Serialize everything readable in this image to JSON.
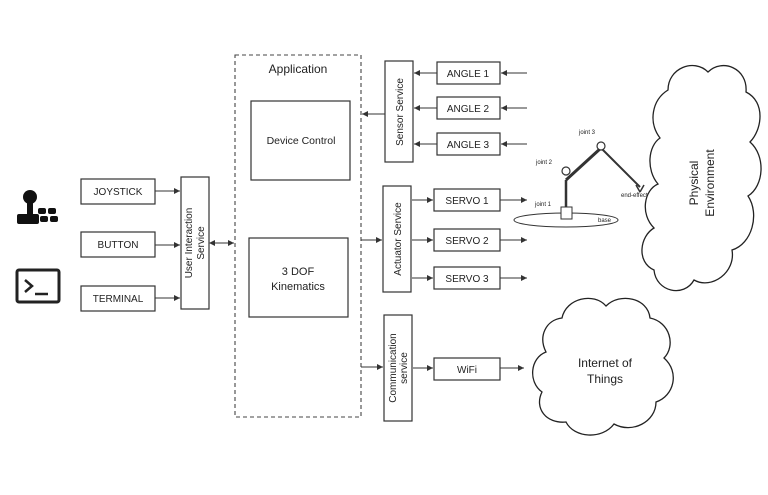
{
  "application": {
    "title": "Application"
  },
  "modules": {
    "device_control": "Device Control",
    "kinematics_line1": "3 DOF",
    "kinematics_line2": "Kinematics"
  },
  "services": {
    "user_interaction_line1": "User Interaction",
    "user_interaction_line2": "Service",
    "sensor": "Sensor Service",
    "actuator": "Actuator Service",
    "communication_line1": "Communication",
    "communication_line2": "service"
  },
  "inputs": {
    "joystick": "JOYSTICK",
    "button": "BUTTON",
    "terminal": "TERMINAL"
  },
  "sensors": [
    "ANGLE 1",
    "ANGLE 2",
    "ANGLE 3"
  ],
  "servos": [
    "SERVO 1",
    "SERVO 2",
    "SERVO 3"
  ],
  "wifi": "WiFi",
  "clouds": {
    "physical_line1": "Physical",
    "physical_line2": "Environment",
    "iot_line1": "Internet of",
    "iot_line2": "Things"
  },
  "robot_labels": {
    "joint1": "joint 1",
    "joint2": "joint 2",
    "joint3": "joint 3",
    "end_effector": "end-effector",
    "base": "base"
  }
}
